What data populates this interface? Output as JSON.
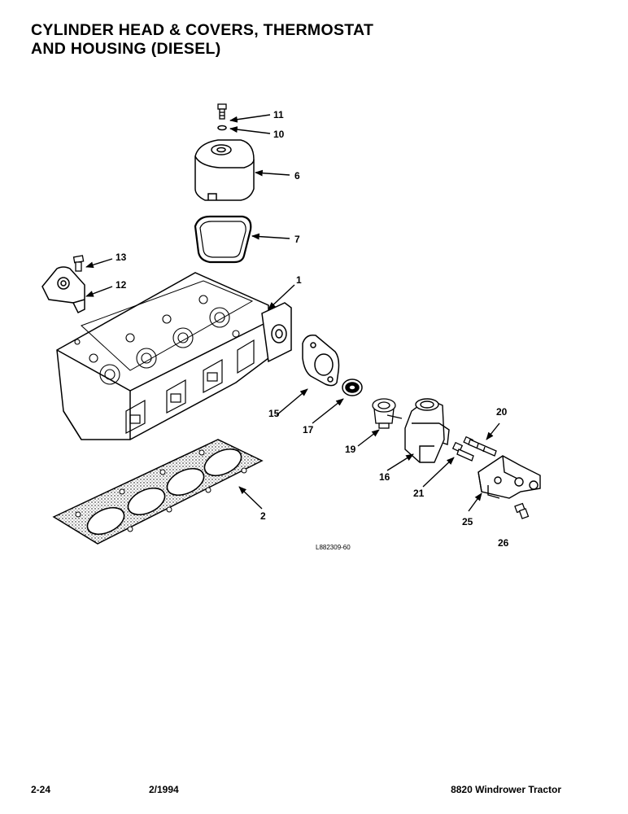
{
  "title": {
    "line1": "CYLINDER HEAD & COVERS, THERMOSTAT",
    "line2": "AND HOUSING (DIESEL)"
  },
  "callouts": {
    "c1": "1",
    "c2": "2",
    "c6": "6",
    "c7": "7",
    "c10": "10",
    "c11": "11",
    "c12": "12",
    "c13": "13",
    "c15": "15",
    "c16": "16",
    "c17": "17",
    "c19": "19",
    "c20": "20",
    "c21": "21",
    "c25": "25",
    "c26": "26"
  },
  "figure_ref": "L882309-60",
  "footer": {
    "page": "2-24",
    "date": "2/1994",
    "model": "8820 Windrower Tractor"
  }
}
